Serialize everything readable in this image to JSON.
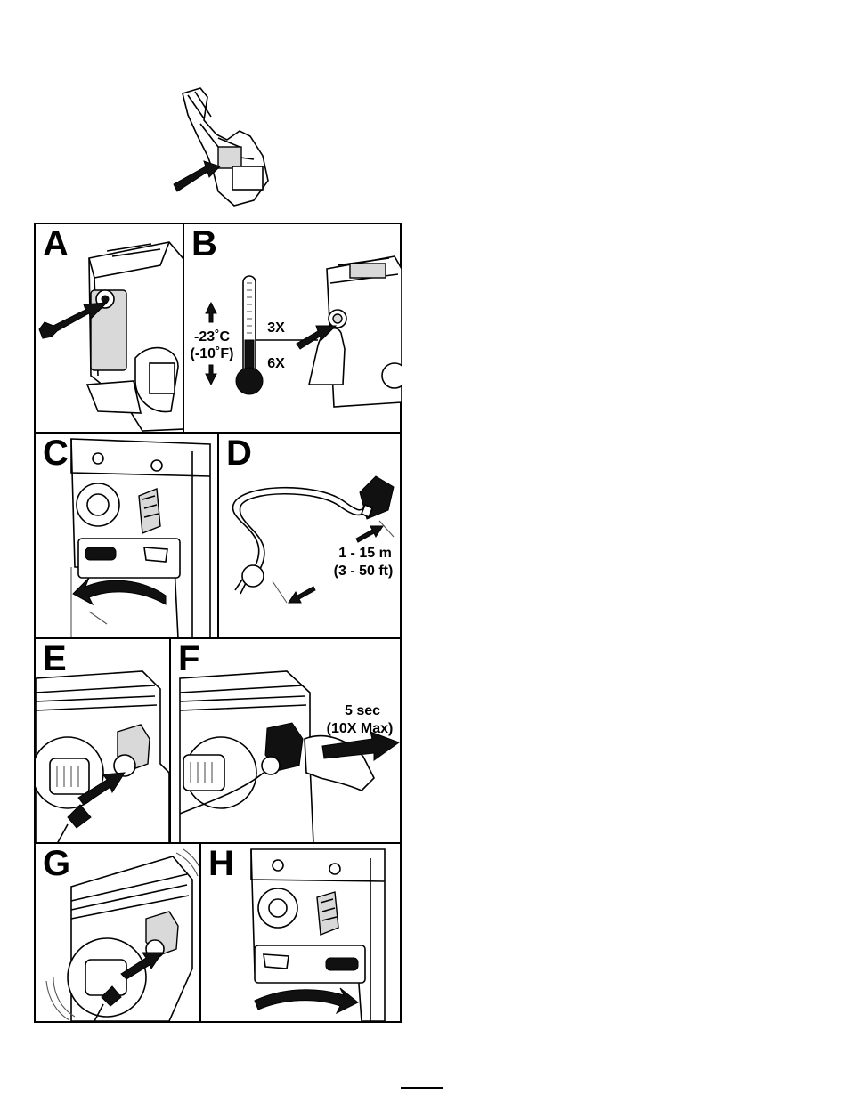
{
  "panels": [
    {
      "letter": "A"
    },
    {
      "letter": "B",
      "temperature_c": "-23˚C",
      "temperature_f": "(-10˚F)",
      "presses_warm": "3X",
      "presses_cold": "6X"
    },
    {
      "letter": "C"
    },
    {
      "letter": "D",
      "cord_length_m": "1 - 15 m",
      "cord_length_ft": "(3 - 50 ft)"
    },
    {
      "letter": "E"
    },
    {
      "letter": "F",
      "duration": "5 sec",
      "max": "(10X Max)"
    },
    {
      "letter": "G"
    },
    {
      "letter": "H"
    }
  ]
}
